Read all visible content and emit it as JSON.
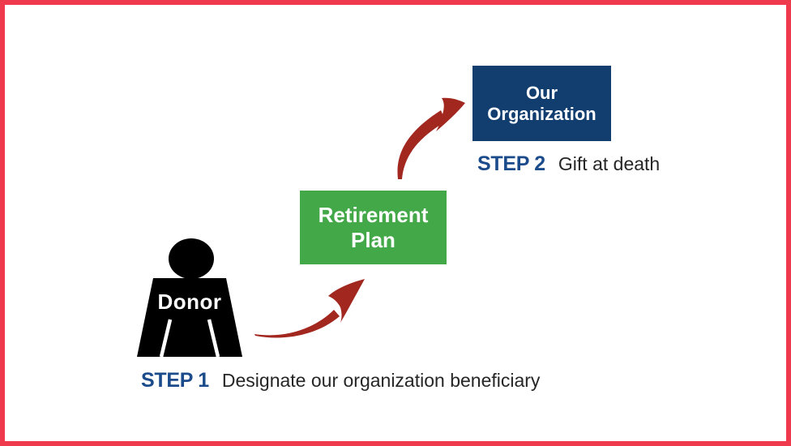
{
  "diagram": {
    "donor": {
      "label": "Donor"
    },
    "boxes": {
      "retirement_plan": {
        "label": "Retirement Plan",
        "color": "#43a847"
      },
      "our_organization": {
        "label": "Our Organization",
        "color": "#123d6f"
      }
    },
    "steps": [
      {
        "label": "STEP 1",
        "description": "Designate our organization beneficiary"
      },
      {
        "label": "STEP 2",
        "description": "Gift at death"
      }
    ],
    "colors": {
      "frame_border": "#ee3a4c",
      "arrow": "#a1271f",
      "step_label": "#1b4b8a",
      "description_text": "#262626",
      "donor_figure": "#000000",
      "box_text": "#ffffff"
    }
  }
}
